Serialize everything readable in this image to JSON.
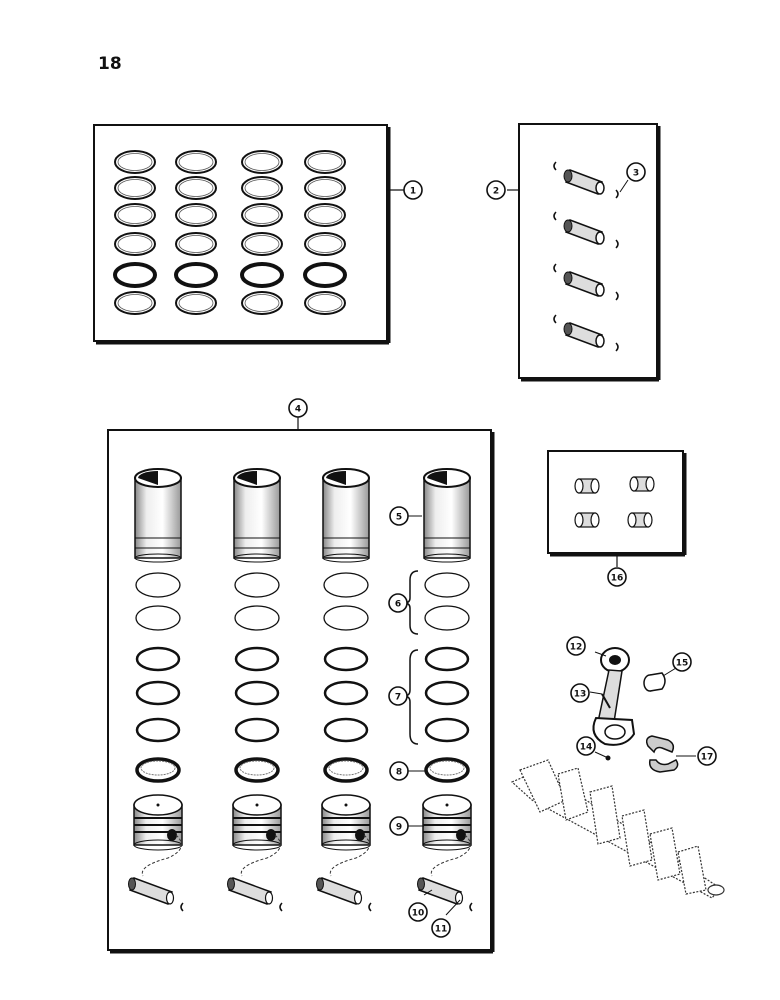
{
  "page": {
    "number": "18"
  },
  "callouts": [
    {
      "id": "c1",
      "label": "1"
    },
    {
      "id": "c2",
      "label": "2"
    },
    {
      "id": "c3",
      "label": "3"
    },
    {
      "id": "c4",
      "label": "4"
    },
    {
      "id": "c5",
      "label": "5"
    },
    {
      "id": "c6",
      "label": "6"
    },
    {
      "id": "c7",
      "label": "7"
    },
    {
      "id": "c8",
      "label": "8"
    },
    {
      "id": "c9",
      "label": "9"
    },
    {
      "id": "c10",
      "label": "10"
    },
    {
      "id": "c11",
      "label": "11"
    },
    {
      "id": "c12",
      "label": "12"
    },
    {
      "id": "c13",
      "label": "13"
    },
    {
      "id": "c14",
      "label": "14"
    },
    {
      "id": "c15",
      "label": "15"
    },
    {
      "id": "c16",
      "label": "16"
    },
    {
      "id": "c17",
      "label": "17"
    }
  ]
}
